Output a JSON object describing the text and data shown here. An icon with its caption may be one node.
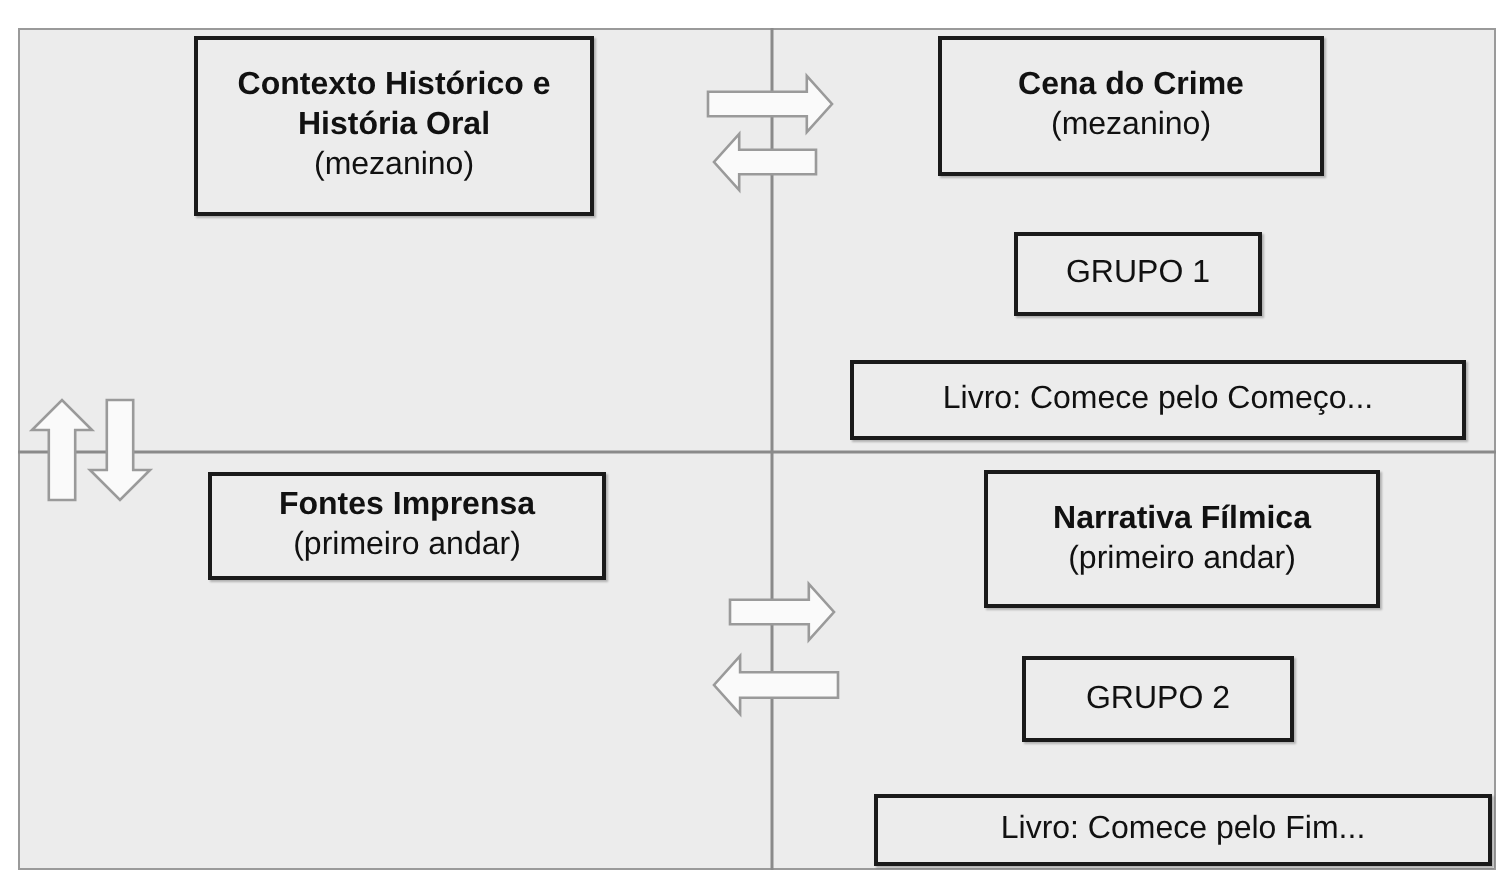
{
  "diagram": {
    "nodes": [
      {
        "text": [
          "Contexto Histórico e História Oral",
          "(mezanino)"
        ]
      },
      {
        "text": [
          "Cena do Crime",
          "(mezanino)"
        ]
      },
      {
        "text": [
          "GRUPO 1"
        ]
      },
      {
        "text": [
          "Livro: Comece pelo Começo..."
        ]
      },
      {
        "text": [
          "Fontes Imprensa",
          "(primeiro andar)"
        ]
      },
      {
        "text": [
          "Narrativa Fílmica",
          "(primeiro andar)"
        ]
      },
      {
        "text": [
          "GRUPO 2"
        ]
      },
      {
        "text": [
          "Livro: Comece pelo Fim..."
        ]
      }
    ]
  }
}
